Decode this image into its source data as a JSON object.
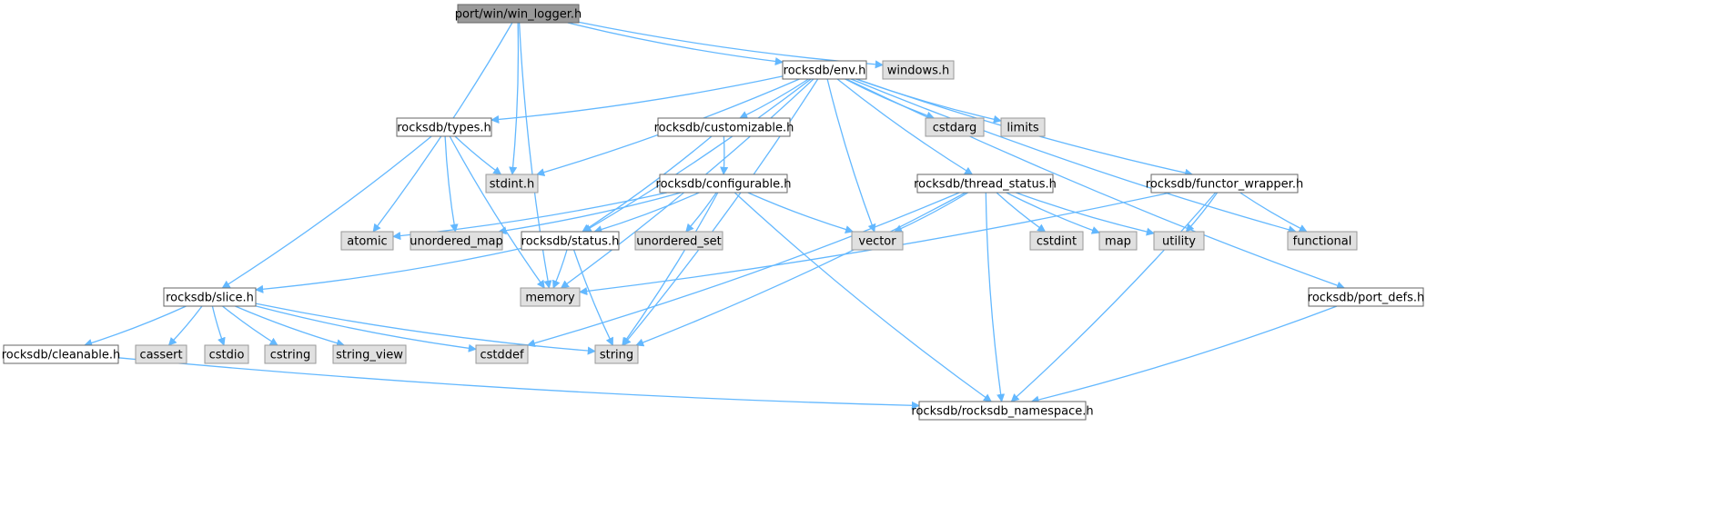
{
  "colors": {
    "edge": "#63b8ff",
    "root_fill": "#999999",
    "root_stroke": "#666666",
    "node_fill": "#ffffff",
    "node_stroke": "#666666",
    "system_fill": "#e0e0e0",
    "system_stroke": "#999999",
    "text": "#000000"
  },
  "nodes": [
    {
      "id": "win_logger",
      "label": "port/win/win_logger.h",
      "kind": "root"
    },
    {
      "id": "env",
      "label": "rocksdb/env.h",
      "kind": "project"
    },
    {
      "id": "windows",
      "label": "windows.h",
      "kind": "system"
    },
    {
      "id": "types",
      "label": "rocksdb/types.h",
      "kind": "project"
    },
    {
      "id": "customizable",
      "label": "rocksdb/customizable.h",
      "kind": "project"
    },
    {
      "id": "cstdarg",
      "label": "cstdarg",
      "kind": "system"
    },
    {
      "id": "limits",
      "label": "limits",
      "kind": "system"
    },
    {
      "id": "stdint",
      "label": "stdint.h",
      "kind": "system"
    },
    {
      "id": "configurable",
      "label": "rocksdb/configurable.h",
      "kind": "project"
    },
    {
      "id": "thread_status",
      "label": "rocksdb/thread_status.h",
      "kind": "project"
    },
    {
      "id": "functor_wrapper",
      "label": "rocksdb/functor_wrapper.h",
      "kind": "project"
    },
    {
      "id": "atomic",
      "label": "atomic",
      "kind": "system"
    },
    {
      "id": "unordered_map",
      "label": "unordered_map",
      "kind": "system"
    },
    {
      "id": "status",
      "label": "rocksdb/status.h",
      "kind": "project"
    },
    {
      "id": "unordered_set",
      "label": "unordered_set",
      "kind": "system"
    },
    {
      "id": "vector",
      "label": "vector",
      "kind": "system"
    },
    {
      "id": "cstdint",
      "label": "cstdint",
      "kind": "system"
    },
    {
      "id": "map",
      "label": "map",
      "kind": "system"
    },
    {
      "id": "utility",
      "label": "utility",
      "kind": "system"
    },
    {
      "id": "functional",
      "label": "functional",
      "kind": "system"
    },
    {
      "id": "slice",
      "label": "rocksdb/slice.h",
      "kind": "project"
    },
    {
      "id": "memory",
      "label": "memory",
      "kind": "system"
    },
    {
      "id": "port_defs",
      "label": "rocksdb/port_defs.h",
      "kind": "project"
    },
    {
      "id": "cleanable",
      "label": "rocksdb/cleanable.h",
      "kind": "project"
    },
    {
      "id": "cassert",
      "label": "cassert",
      "kind": "system"
    },
    {
      "id": "cstdio",
      "label": "cstdio",
      "kind": "system"
    },
    {
      "id": "cstring",
      "label": "cstring",
      "kind": "system"
    },
    {
      "id": "string_view",
      "label": "string_view",
      "kind": "system"
    },
    {
      "id": "cstddef",
      "label": "cstddef",
      "kind": "system"
    },
    {
      "id": "string",
      "label": "string",
      "kind": "system"
    },
    {
      "id": "rocksdb_namespace",
      "label": "rocksdb/rocksdb_namespace.h",
      "kind": "project"
    }
  ],
  "edges": [
    {
      "from": "win_logger",
      "to": "env"
    },
    {
      "from": "win_logger",
      "to": "windows"
    },
    {
      "from": "win_logger",
      "to": "stdint"
    },
    {
      "from": "win_logger",
      "to": "atomic"
    },
    {
      "from": "win_logger",
      "to": "memory"
    },
    {
      "from": "env",
      "to": "types"
    },
    {
      "from": "env",
      "to": "customizable"
    },
    {
      "from": "env",
      "to": "cstdarg"
    },
    {
      "from": "env",
      "to": "limits"
    },
    {
      "from": "env",
      "to": "stdint"
    },
    {
      "from": "env",
      "to": "thread_status"
    },
    {
      "from": "env",
      "to": "functor_wrapper"
    },
    {
      "from": "env",
      "to": "functional"
    },
    {
      "from": "env",
      "to": "port_defs"
    },
    {
      "from": "env",
      "to": "vector"
    },
    {
      "from": "env",
      "to": "memory"
    },
    {
      "from": "env",
      "to": "status"
    },
    {
      "from": "env",
      "to": "string"
    },
    {
      "from": "types",
      "to": "stdint"
    },
    {
      "from": "types",
      "to": "unordered_map"
    },
    {
      "from": "types",
      "to": "slice"
    },
    {
      "from": "types",
      "to": "memory"
    },
    {
      "from": "customizable",
      "to": "configurable"
    },
    {
      "from": "customizable",
      "to": "status"
    },
    {
      "from": "configurable",
      "to": "atomic"
    },
    {
      "from": "configurable",
      "to": "unordered_map"
    },
    {
      "from": "configurable",
      "to": "status"
    },
    {
      "from": "configurable",
      "to": "unordered_set"
    },
    {
      "from": "configurable",
      "to": "vector"
    },
    {
      "from": "configurable",
      "to": "string"
    },
    {
      "from": "configurable",
      "to": "rocksdb_namespace"
    },
    {
      "from": "thread_status",
      "to": "vector"
    },
    {
      "from": "thread_status",
      "to": "cstdint"
    },
    {
      "from": "thread_status",
      "to": "map"
    },
    {
      "from": "thread_status",
      "to": "utility"
    },
    {
      "from": "thread_status",
      "to": "cstddef"
    },
    {
      "from": "thread_status",
      "to": "string"
    },
    {
      "from": "thread_status",
      "to": "rocksdb_namespace"
    },
    {
      "from": "functor_wrapper",
      "to": "utility"
    },
    {
      "from": "functor_wrapper",
      "to": "functional"
    },
    {
      "from": "functor_wrapper",
      "to": "memory"
    },
    {
      "from": "functor_wrapper",
      "to": "rocksdb_namespace"
    },
    {
      "from": "status",
      "to": "slice"
    },
    {
      "from": "status",
      "to": "memory"
    },
    {
      "from": "status",
      "to": "string"
    },
    {
      "from": "slice",
      "to": "cleanable"
    },
    {
      "from": "slice",
      "to": "cassert"
    },
    {
      "from": "slice",
      "to": "cstdio"
    },
    {
      "from": "slice",
      "to": "cstring"
    },
    {
      "from": "slice",
      "to": "string_view"
    },
    {
      "from": "slice",
      "to": "cstddef"
    },
    {
      "from": "slice",
      "to": "string"
    },
    {
      "from": "port_defs",
      "to": "rocksdb_namespace"
    },
    {
      "from": "cleanable",
      "to": "rocksdb_namespace"
    }
  ]
}
